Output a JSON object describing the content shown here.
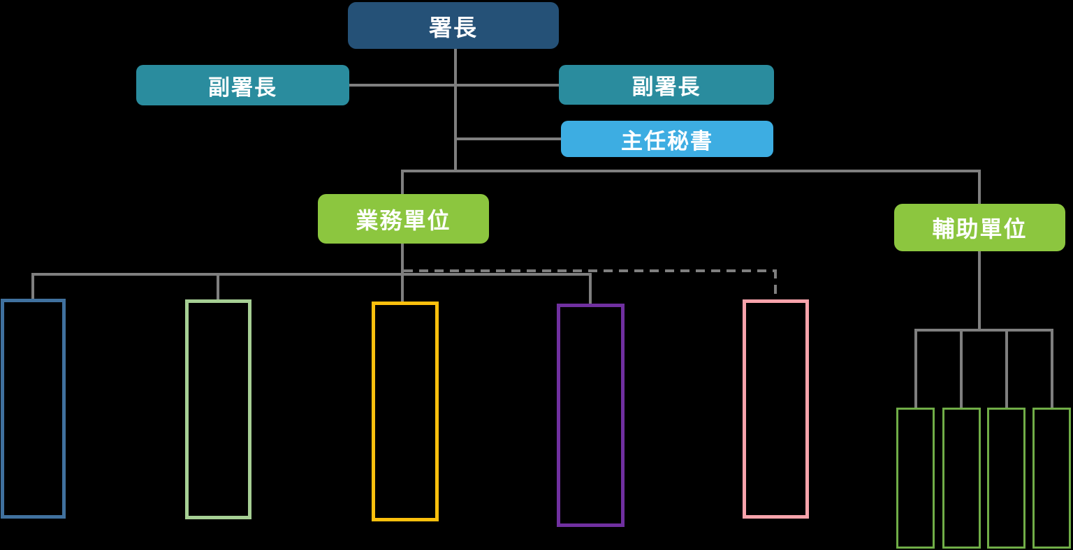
{
  "background": "#000000",
  "connector_color": "#7f7f7f",
  "nodes": {
    "director": {
      "label": "署長",
      "bg": "#255177",
      "text_color": "#ffffff"
    },
    "deputy_director_left": {
      "label": "副署長",
      "bg": "#2a8c9e",
      "text_color": "#ffffff"
    },
    "deputy_director_right": {
      "label": "副署長",
      "bg": "#2a8c9e",
      "text_color": "#ffffff"
    },
    "chief_secretary": {
      "label": "主任秘書",
      "bg": "#3dade2",
      "text_color": "#ffffff"
    },
    "business_unit": {
      "label": "業務單位",
      "bg": "#8cc63f",
      "text_color": "#ffffff"
    },
    "support_unit": {
      "label": "輔助單位",
      "bg": "#8cc63f",
      "text_color": "#ffffff"
    }
  },
  "business_sub_units": [
    {
      "label": "",
      "border": "#40719e"
    },
    {
      "label": "",
      "border": "#a6cf94"
    },
    {
      "label": "",
      "border": "#fcc00d"
    },
    {
      "label": "",
      "border": "#7030a0"
    },
    {
      "label": "",
      "border": "#f8a3ab"
    }
  ],
  "support_sub_units": [
    {
      "label": "",
      "border": "#70ad47"
    },
    {
      "label": "",
      "border": "#70ad47"
    },
    {
      "label": "",
      "border": "#70ad47"
    },
    {
      "label": "",
      "border": "#70ad47"
    }
  ],
  "edges": {
    "business_to_fifth_unit_style": "dashed",
    "all_other_style": "solid"
  }
}
